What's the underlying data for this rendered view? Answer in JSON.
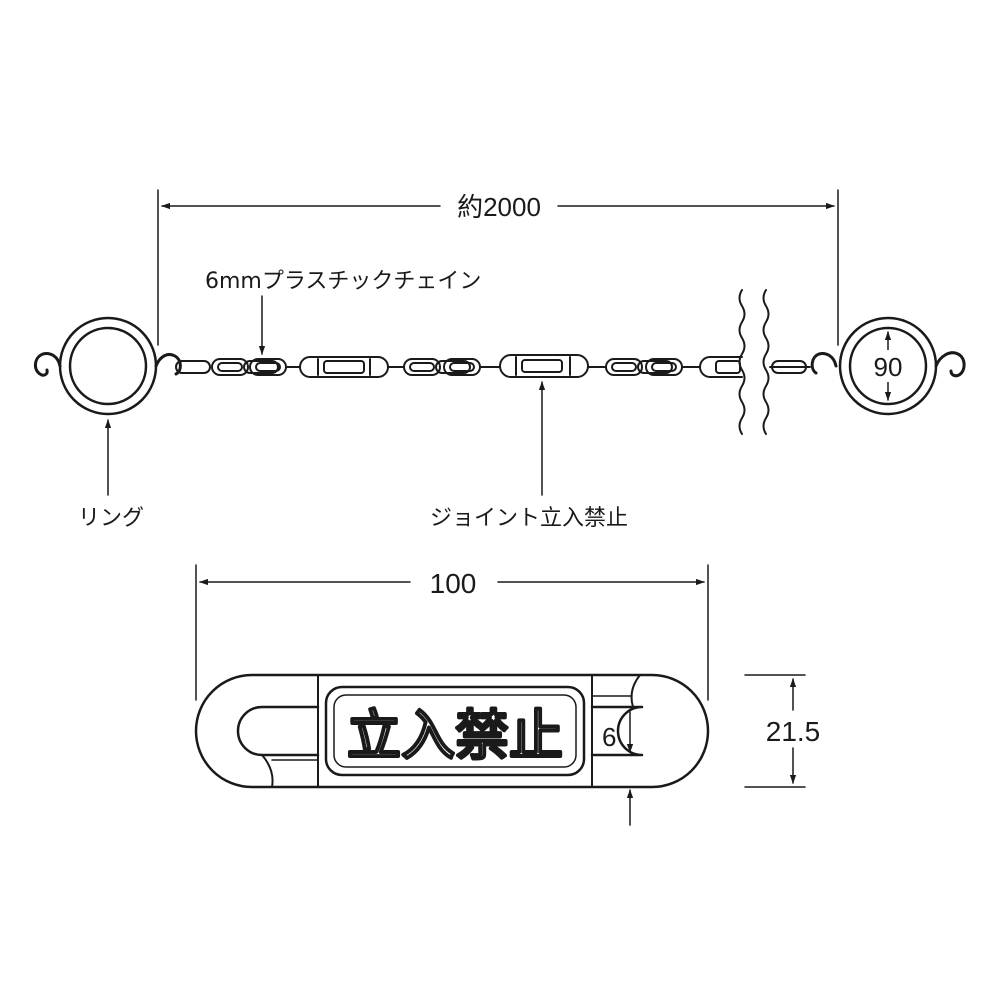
{
  "overall_length_label": "約2000",
  "chain_label": "6mmプラスチックチェイン",
  "ring_label": "リング",
  "joint_label": "ジョイント立入禁止",
  "ring_diameter_label": "90",
  "joint_length_label": "100",
  "joint_height_label": "21.5",
  "joint_thickness_label": "6",
  "plate_text": "立入禁止",
  "colors": {
    "line": "#1a1a1a",
    "background": "#ffffff"
  }
}
